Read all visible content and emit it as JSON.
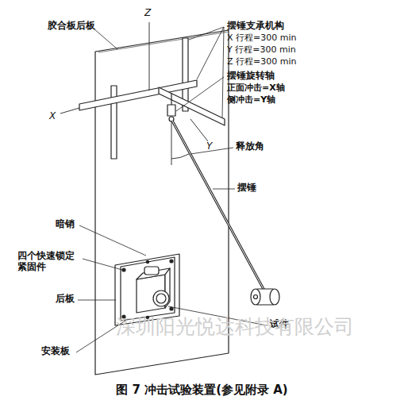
{
  "diagram": {
    "caption": "图 7  冲击试验装置(参见附录 A)",
    "labels": [
      "胶合板后板",
      "Z",
      "X",
      "Y",
      "摆锤支承机构",
      "X 行程=300 min",
      "Y 行程=300 min",
      "Z 行程=300 min",
      "摆锤旋转轴",
      "正面冲击=X轴",
      "侧冲击=Y轴",
      "释放角",
      "摆锤",
      "暗销",
      "四个快速锁定紧固件",
      "后板",
      "试件",
      "安装板",
      "深圳阳光悦达科技有限公司"
    ]
  }
}
